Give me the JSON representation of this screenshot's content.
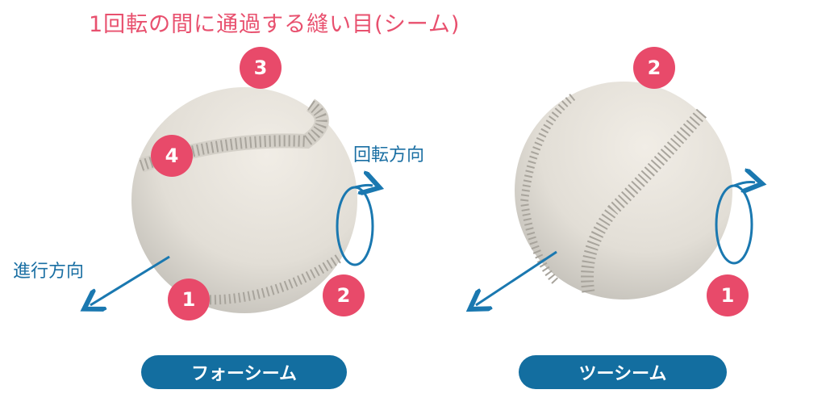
{
  "title": "1回転の間に通過する縫い目(シーム)",
  "labels": {
    "rotation": "回転方向",
    "travel": "進行方向"
  },
  "four_seam": {
    "name": "フォーシーム",
    "markers": [
      "1",
      "2",
      "3",
      "4"
    ]
  },
  "two_seam": {
    "name": "ツーシーム",
    "markers": [
      "1",
      "2"
    ]
  },
  "colors": {
    "marker": "#e84a6a",
    "arrow": "#1a78b0",
    "badge": "#136ea0"
  }
}
